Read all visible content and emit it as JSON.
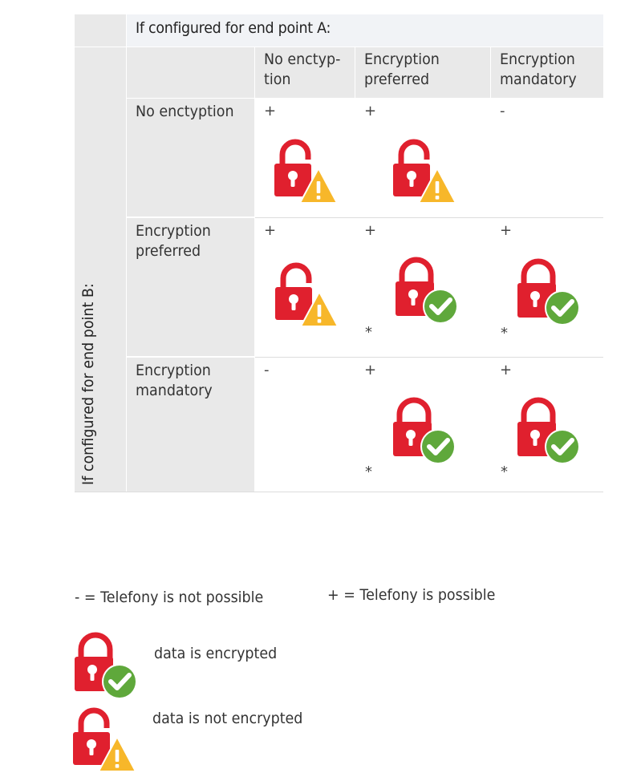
{
  "table": {
    "header_a": "If configured for end point A:",
    "header_b": "If configured for end point B:",
    "columns": [
      "No enctyp-\ntion",
      "Encryption\npreferred",
      "Encryption\nmandatory"
    ],
    "rows": [
      {
        "label": "No enctyption",
        "cells": [
          {
            "mark": "+",
            "icon": "unlock-warning-icon",
            "star": ""
          },
          {
            "mark": "+",
            "icon": "unlock-warning-icon",
            "star": ""
          },
          {
            "mark": "-",
            "icon": "",
            "star": ""
          }
        ]
      },
      {
        "label": "Encryption\npreferred",
        "cells": [
          {
            "mark": "+",
            "icon": "unlock-warning-icon",
            "star": ""
          },
          {
            "mark": "+",
            "icon": "lock-check-icon",
            "star": "*"
          },
          {
            "mark": "+",
            "icon": "lock-check-icon",
            "star": "*"
          }
        ]
      },
      {
        "label": "Encryption\nmandatory",
        "cells": [
          {
            "mark": "-",
            "icon": "",
            "star": ""
          },
          {
            "mark": "+",
            "icon": "lock-check-icon",
            "star": "*"
          },
          {
            "mark": "+",
            "icon": "lock-check-icon",
            "star": "*"
          }
        ]
      }
    ]
  },
  "legend": {
    "minus": "- = Telefony is not possible",
    "plus": "+ = Telefony is possible",
    "encrypted": "data is encrypted",
    "not_encrypted": "data is not encrypted"
  },
  "colors": {
    "lock_red": "#e0202e",
    "check_green": "#5fa83b",
    "warning_yellow": "#f7b72a",
    "header_grey": "#e9e9e9",
    "header_light": "#f1f3f6"
  }
}
